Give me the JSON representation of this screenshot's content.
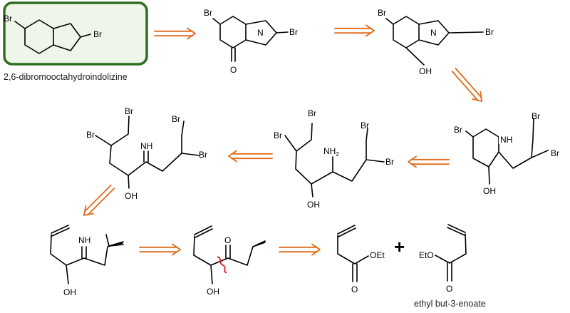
{
  "start_caption": "2,6-dibromooctahydroindolizine",
  "end_caption": "ethyl but-3-enoate",
  "plus_sign": "+",
  "labels": {
    "br": "Br",
    "n": "N",
    "nh": "NH",
    "nh2": "NH",
    "nh2_sub": "2",
    "o": "O",
    "oh": "OH",
    "oet": "OEt",
    "eto": "EtO"
  },
  "colors": {
    "arrow": "#e06a1a",
    "highlight_border": "#2f6e1f",
    "highlight_fill": "#eef6ea",
    "disconnection": "#d81e1e"
  }
}
